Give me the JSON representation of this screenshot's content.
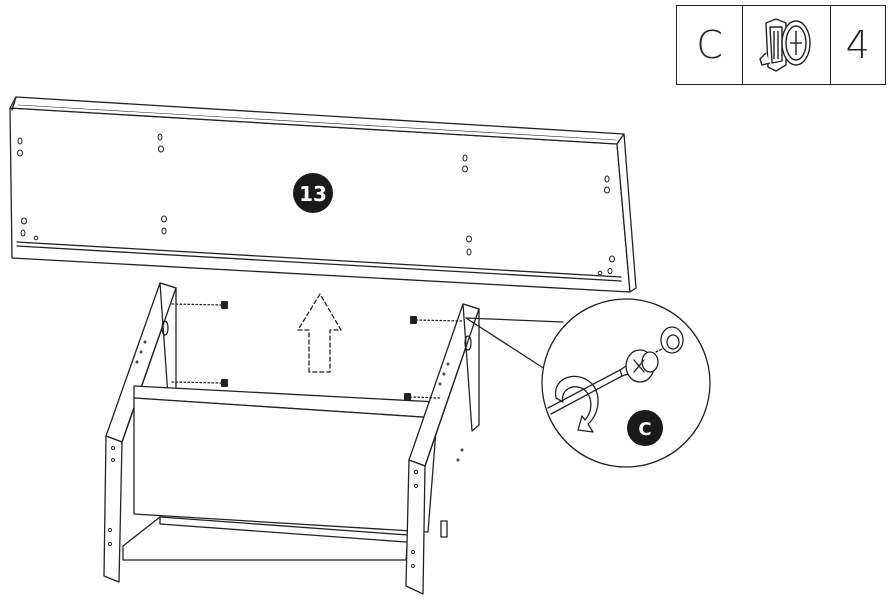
{
  "step": {
    "number": "13"
  },
  "parts_table": {
    "letter": "C",
    "part_icon": "cam-lock-fitting-icon",
    "quantity": "4"
  },
  "detail_callout": {
    "letter": "C",
    "icons": [
      "rotation-arrow-icon",
      "cam-dowel-icon",
      "cam-lock-icon",
      "hole-icon"
    ]
  },
  "colors": {
    "line": "#222222",
    "badge": "#1a1a1a",
    "background": "#ffffff"
  }
}
